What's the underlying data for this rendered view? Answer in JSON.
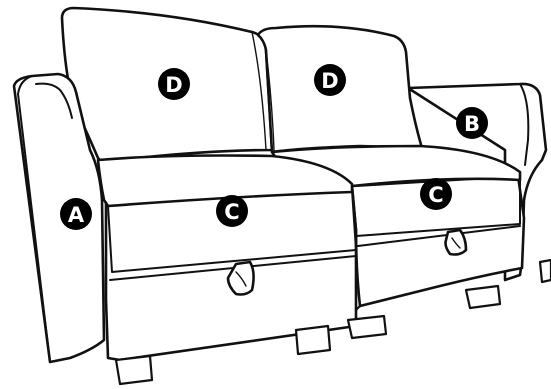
{
  "labels": {
    "left_arm": "A",
    "right_arm": "B",
    "left_seat": "C",
    "right_seat": "C",
    "left_back": "D",
    "right_back": "D"
  },
  "colors": {
    "line": "#111111",
    "badge_fill": "#000000",
    "badge_text": "#ffffff",
    "background": "#ffffff"
  }
}
